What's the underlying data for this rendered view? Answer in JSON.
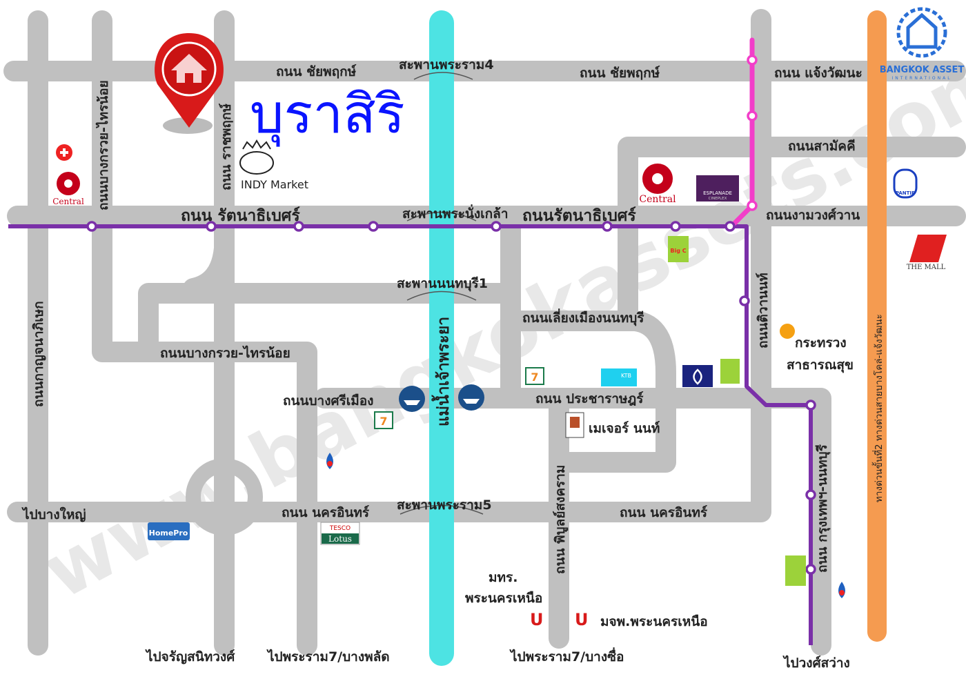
{
  "project": {
    "name": "บุราสิริ",
    "color": "#0a14ff"
  },
  "brand": {
    "name": "BANGKOK ASSET",
    "tagline": "INTERNATIONAL",
    "color": "#2a6fd6"
  },
  "colors": {
    "road": "#c0c0c0",
    "river": "#4de3e3",
    "expressway": "#f59b50",
    "purple_line": "#7a30a8",
    "pink_line": "#f23ec9",
    "pin": "#d81a1a"
  },
  "roads": {
    "chaiyaphruek_w": "ถนน ชัยพฤกษ์",
    "chaiyaphruek_e": "ถนน ชัยพฤกษ์",
    "chaengwattana": "ถนน แจ้งวัฒนะ",
    "samakkhi": "ถนนสามัคคี",
    "bangkruai_sainoi_v": "ถนนบางกรวย-ไทรน้อย",
    "ratchaphruek": "ถนน ราชพฤกษ์",
    "rattanathibet_w": "ถนน รัตนาธิเบศร์",
    "rattanathibet_e": "ถนนรัตนาธิเบศร์",
    "ngamwongwan": "ถนนงามวงศ์วาน",
    "kanchanaphisek": "ถนนกาญจนาภิเษก",
    "bangkruai_sainoi_h": "ถนนบางกรวย-ไทรน้อย",
    "bangsimuang": "ถนนบางศรีเมือง",
    "liang_muang": "ถนนเลี่ยงเมืองนนทบุรี",
    "tiwanon": "ถนนติวานนท์",
    "pracharat": "ถนน ประชาราษฎร์",
    "nakhon_in_w": "ถนน นครอินทร์",
    "nakhon_in_e": "ถนน นครอินทร์",
    "phibunsongkhram": "ถนน พิบูลย์สงคราม",
    "krungthep_nonthaburi": "ถนน กรุงเทพฯ-นนทบุรี",
    "expressway": "ทางด่วนขั้นที่2 ทางด่วนสายบางโคล่-แจ้งวัฒนะ",
    "river": "แม่น้ำเจ้าพระยา"
  },
  "bridges": {
    "rama4": "สะพานพระราม4",
    "phranangklao": "สะพานพระนั่งเกล้า",
    "nonthaburi1": "สะพานนนทบุรี1",
    "rama5": "สะพานพระราม5"
  },
  "directions": {
    "bangyai": "ไปบางใหญ่",
    "charansanitwong": "ไปจรัญสนิทวงศ์",
    "rama7_bangphlat": "ไปพระราม7/บางพลัด",
    "rama7_bangsue": "ไปพระราม7/บางซื่อ",
    "wongsawang": "ไปวงศ์สว่าง"
  },
  "places": {
    "indy_market": "INDY Market",
    "central_w": "Central",
    "central_e": "Central",
    "esplanade": "ESPLANADE",
    "esplanade_sub": "CINEPLEX",
    "pantip": "PANTIP",
    "the_mall": "THE MALL",
    "ministry_l1": "กระทรวง",
    "ministry_l2": "สาธารณสุข",
    "major": "เมเจอร์ นนท์",
    "homepro": "HomePro",
    "tesco": "TESCO",
    "lotus": "Lotus",
    "ktb": "KTB",
    "rmutp_l1": "มทร.",
    "rmutp_l2": "พระนครเหนือ",
    "kmutnb": "มจพ.พระนครเหนือ",
    "bigc": "Big C"
  },
  "watermark": "www.bangkokassets.com"
}
